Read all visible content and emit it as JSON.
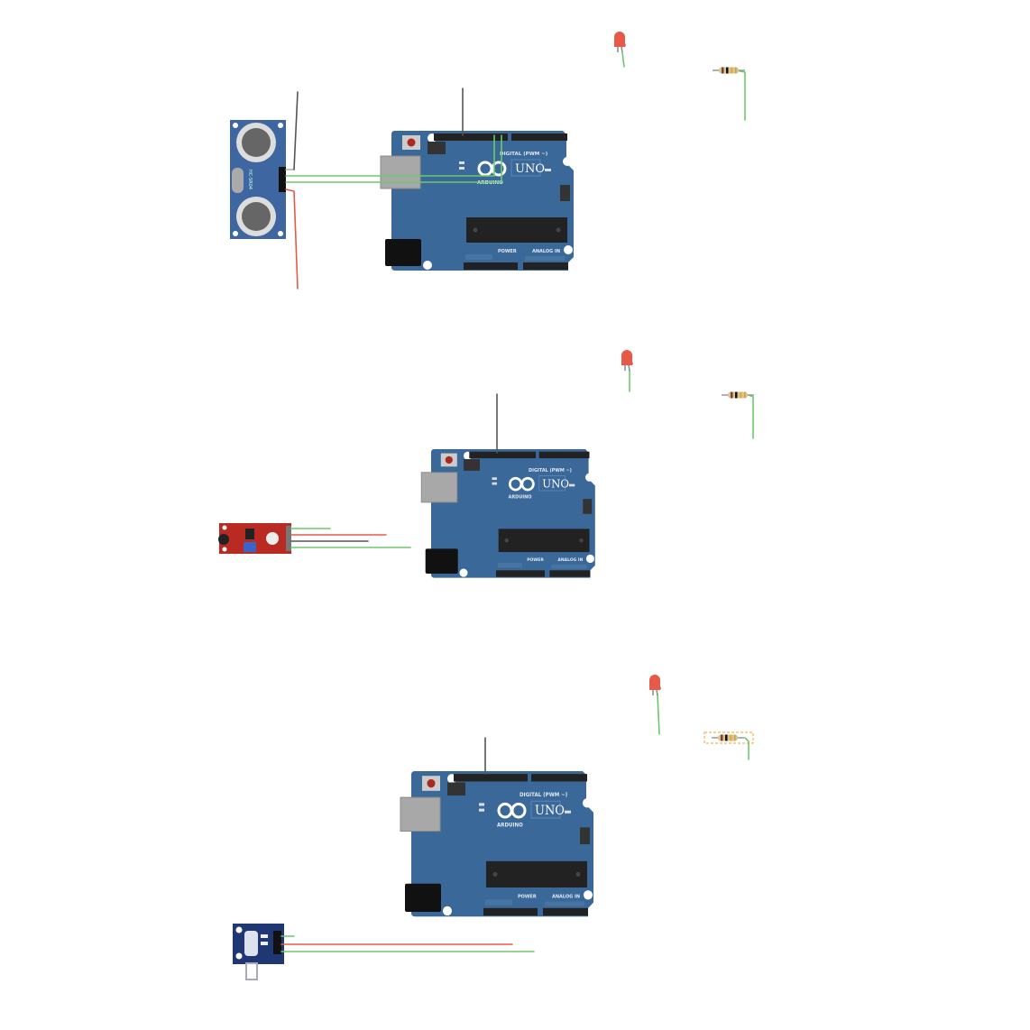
{
  "board": {
    "model_label": "UNO",
    "brand_label": "ARDUINO",
    "digital_label": "DIGITAL (PWM ~)",
    "power_label": "POWER",
    "analog_label": "ANALOG IN",
    "color": "#3a6898"
  },
  "sensors": {
    "ultrasonic_label": "HC-SR04",
    "ultrasonic_color": "#3e66a0",
    "sound_color": "#b82a22",
    "ir_color": "#1f3772"
  },
  "colors": {
    "wire_green": "#6cc96a",
    "wire_black": "#555555",
    "wire_red": "#e8584a",
    "led_red": "#e85a48",
    "selection": "#f0a030"
  },
  "circuits": [
    {
      "sensor": "ultrasonic",
      "components": [
        "arduino-uno",
        "led",
        "resistor"
      ]
    },
    {
      "sensor": "sound",
      "components": [
        "arduino-uno",
        "led",
        "resistor"
      ]
    },
    {
      "sensor": "ir",
      "components": [
        "arduino-uno",
        "led",
        "resistor"
      ],
      "selected": "resistor"
    }
  ]
}
